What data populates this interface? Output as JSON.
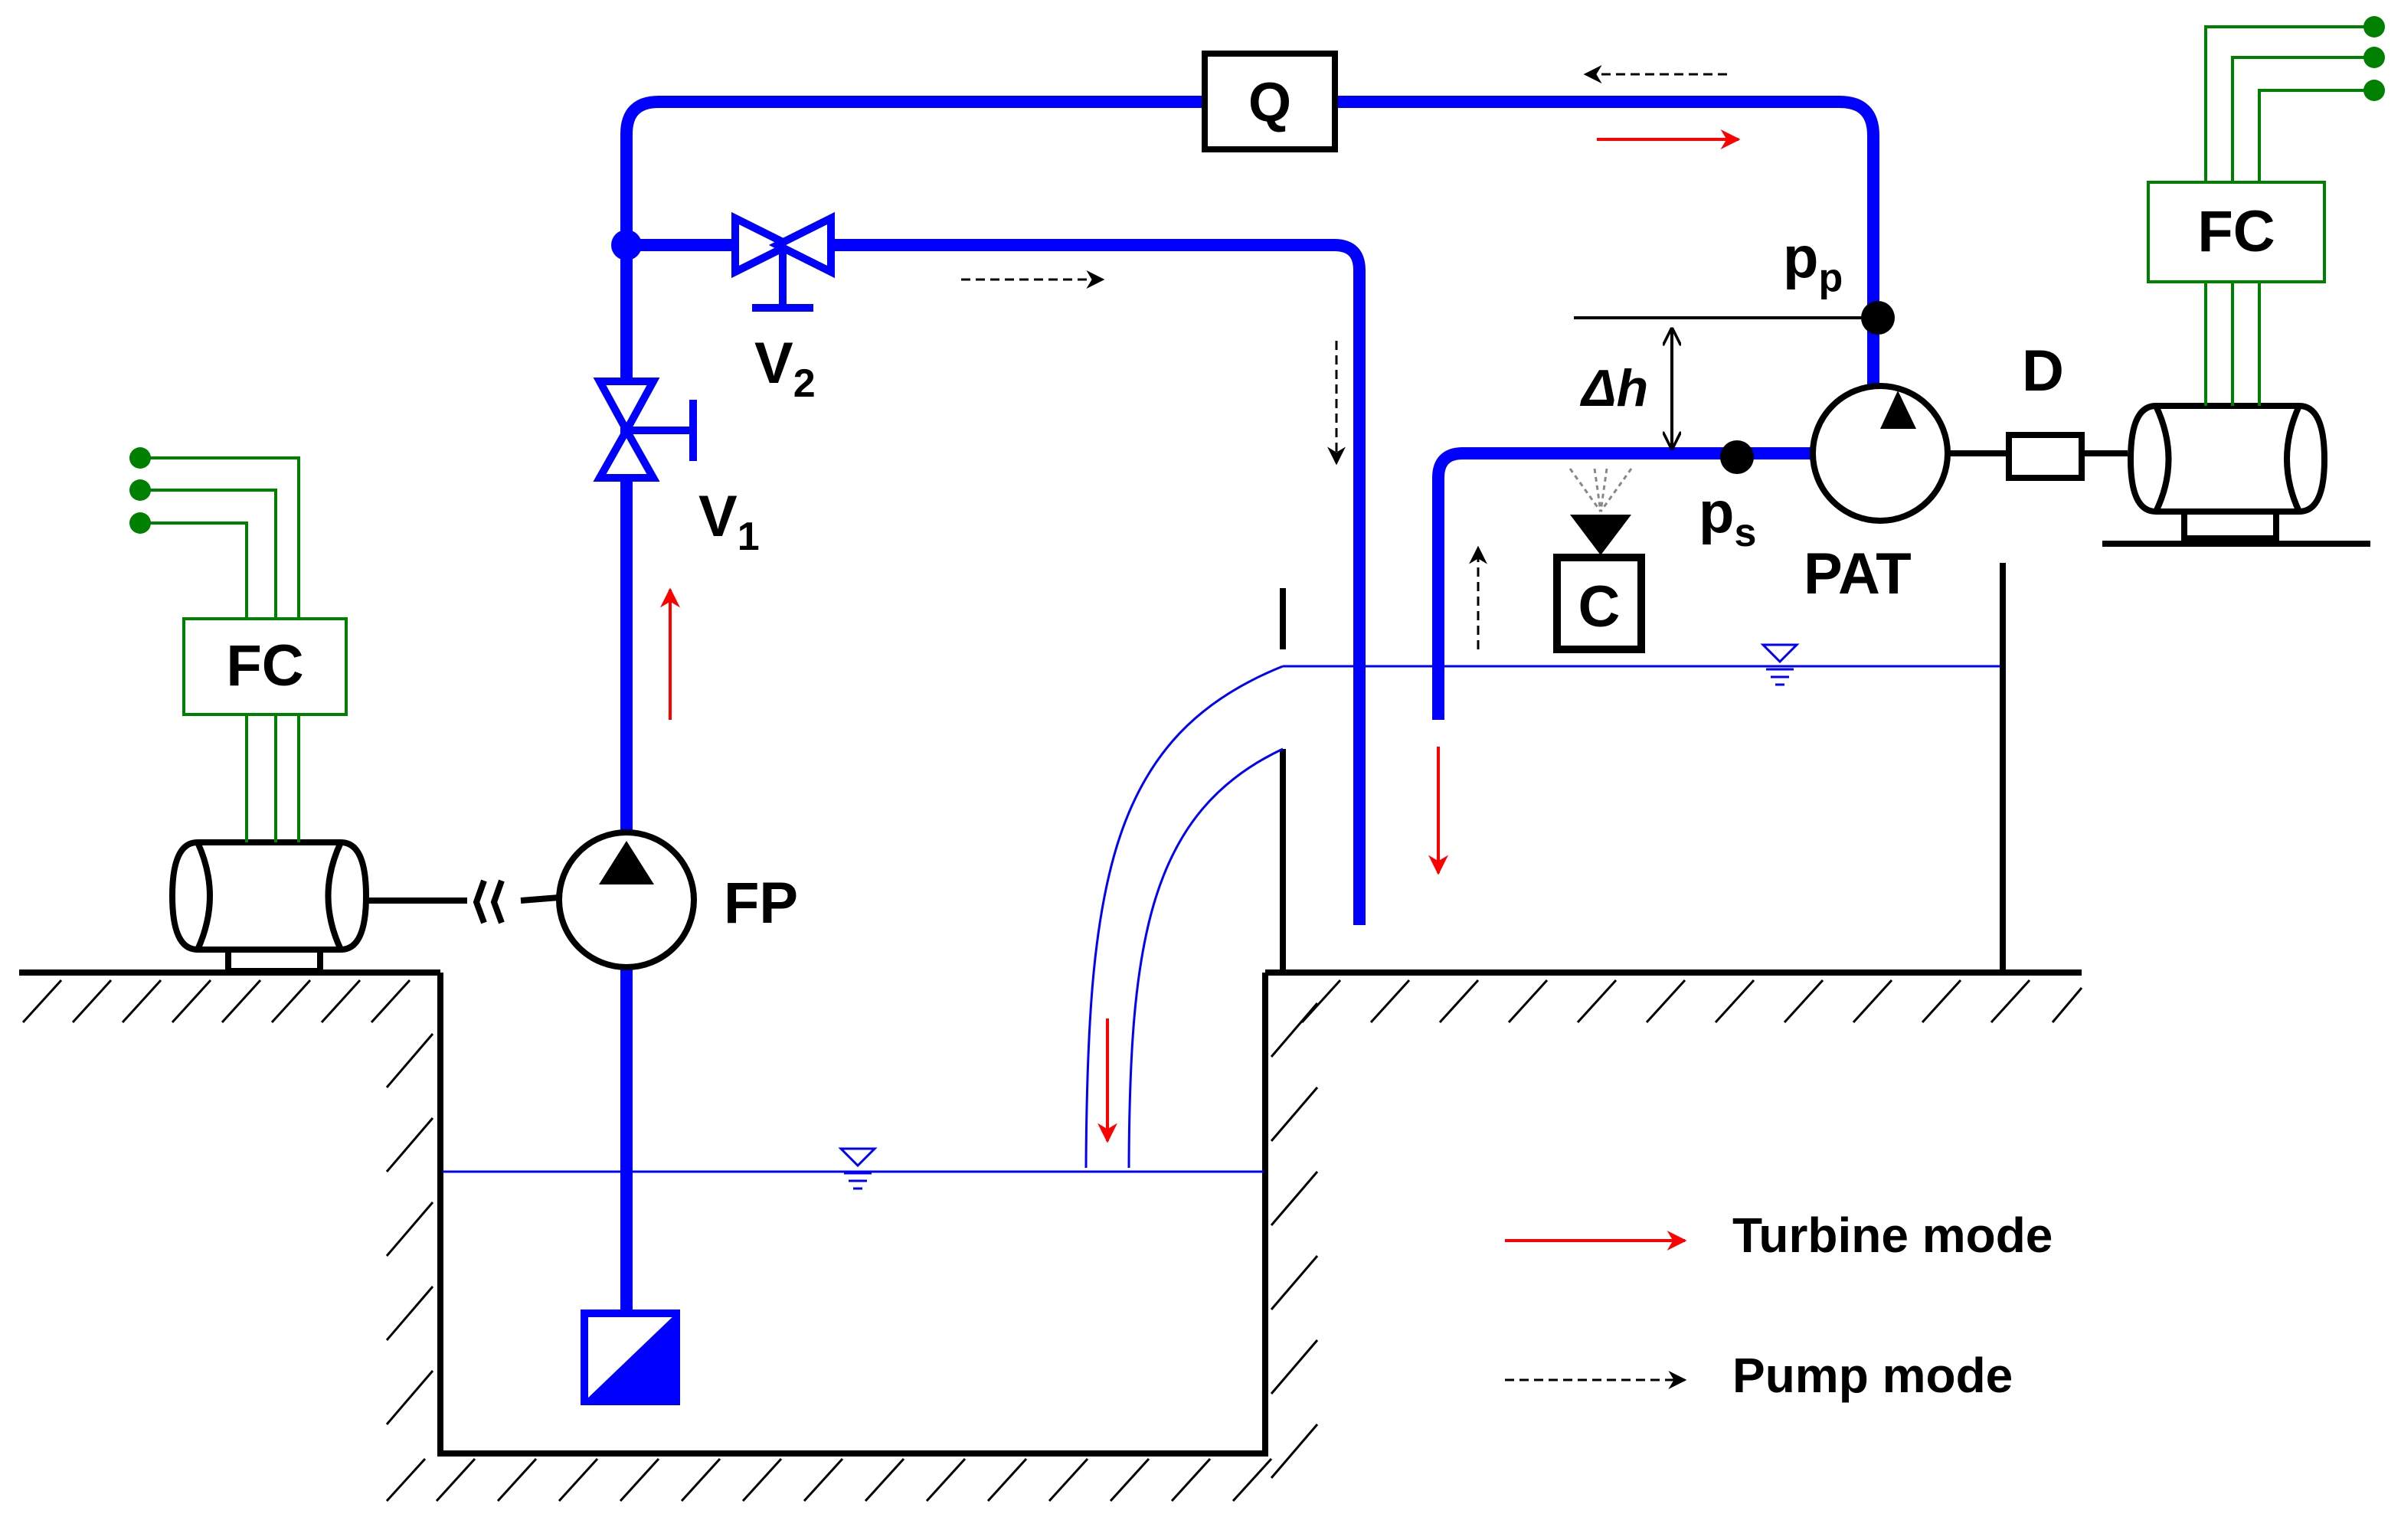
{
  "labels": {
    "flow_meter": "Q",
    "valve_2": "V",
    "valve_2_sub": "2",
    "valve_1": "V",
    "valve_1_sub": "1",
    "feed_pump": "FP",
    "pat": "PAT",
    "coupling": "D",
    "camera": "C",
    "head_diff": "Δh",
    "pressure_p": "p",
    "pressure_p_sub": "p",
    "pressure_s": "p",
    "pressure_s_sub": "s",
    "fc_left": "FC",
    "fc_right": "FC"
  },
  "legend": {
    "turbine_mode": "Turbine mode",
    "pump_mode": "Pump mode"
  },
  "colors": {
    "pipe": "#0000ff",
    "turbine_arrow": "#ff0000",
    "pump_arrow": "#000000",
    "fc_box": "#008000",
    "wall": "#000000"
  }
}
